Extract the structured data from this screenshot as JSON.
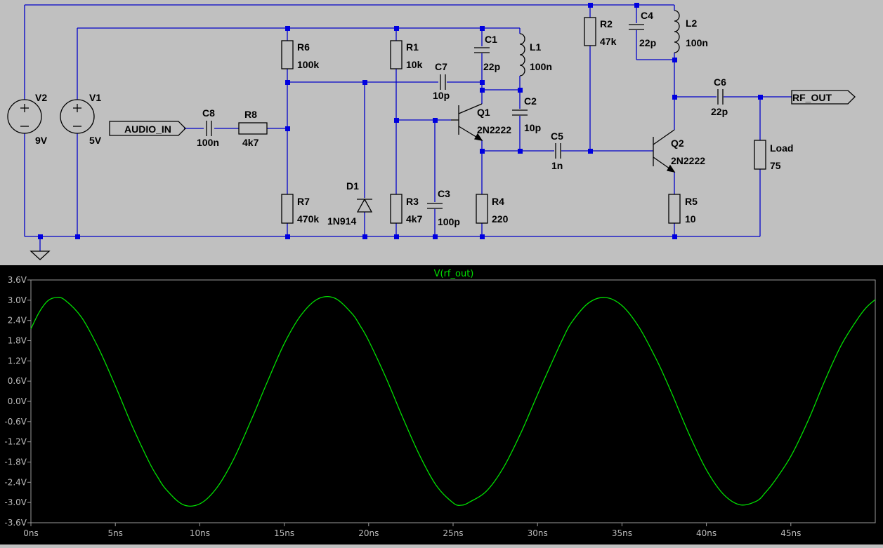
{
  "schematic": {
    "components": {
      "V2": {
        "ref": "V2",
        "value": "9V"
      },
      "V1": {
        "ref": "V1",
        "value": "5V"
      },
      "C8": {
        "ref": "C8",
        "value": "100n"
      },
      "R8": {
        "ref": "R8",
        "value": "4k7"
      },
      "R6": {
        "ref": "R6",
        "value": "100k"
      },
      "R7": {
        "ref": "R7",
        "value": "470k"
      },
      "D1": {
        "ref": "D1",
        "value": "1N914"
      },
      "R1": {
        "ref": "R1",
        "value": "10k"
      },
      "R3": {
        "ref": "R3",
        "value": "4k7"
      },
      "C3": {
        "ref": "C3",
        "value": "100p"
      },
      "C7": {
        "ref": "C7",
        "value": "10p"
      },
      "C1": {
        "ref": "C1",
        "value": "22p"
      },
      "L1": {
        "ref": "L1",
        "value": "100n"
      },
      "C2": {
        "ref": "C2",
        "value": "10p"
      },
      "Q1": {
        "ref": "Q1",
        "value": "2N2222"
      },
      "R4": {
        "ref": "R4",
        "value": "220"
      },
      "C5": {
        "ref": "C5",
        "value": "1n"
      },
      "R2": {
        "ref": "R2",
        "value": "47k"
      },
      "C4": {
        "ref": "C4",
        "value": "22p"
      },
      "L2": {
        "ref": "L2",
        "value": "100n"
      },
      "Q2": {
        "ref": "Q2",
        "value": "2N2222"
      },
      "R5": {
        "ref": "R5",
        "value": "10"
      },
      "C6": {
        "ref": "C6",
        "value": "22p"
      },
      "Load": {
        "ref": "Load",
        "value": "75"
      }
    },
    "ports": {
      "audio_in": "AUDIO_IN",
      "rf_out": "RF_OUT"
    }
  },
  "chart_data": {
    "type": "line",
    "title": "V(rf_out)",
    "xlabel": "",
    "ylabel": "",
    "x_unit": "ns",
    "y_unit": "V",
    "xlim": [
      0,
      50
    ],
    "ylim": [
      -3.6,
      3.6
    ],
    "x_ticks": [
      "0ns",
      "5ns",
      "10ns",
      "15ns",
      "20ns",
      "25ns",
      "30ns",
      "35ns",
      "40ns",
      "45ns"
    ],
    "y_ticks": [
      "3.6V",
      "3.0V",
      "2.4V",
      "1.8V",
      "1.2V",
      "0.6V",
      "0.0V",
      "-0.6V",
      "-1.2V",
      "-1.8V",
      "-2.4V",
      "-3.0V",
      "-3.6V"
    ],
    "series": [
      {
        "name": "V(rf_out)",
        "color": "#00e000",
        "x": [
          0,
          0.5,
          1,
          1.5,
          2,
          3,
          4,
          5,
          6,
          7,
          7.5,
          8,
          9,
          10,
          11,
          12,
          13,
          13.5,
          14,
          15,
          16,
          17,
          18,
          19,
          19.5,
          20,
          21,
          22,
          23,
          24,
          25,
          25.5,
          26,
          27,
          28,
          29,
          30,
          31,
          31.5,
          32,
          33,
          34,
          35,
          36,
          37,
          37.5,
          38,
          39,
          40,
          41,
          42,
          43,
          43.5,
          44,
          45,
          46,
          47,
          48,
          49,
          49.5,
          50
        ],
        "y": [
          2.15,
          2.65,
          2.98,
          3.08,
          3.01,
          2.49,
          1.58,
          0.46,
          -0.73,
          -1.8,
          -2.24,
          -2.61,
          -3.06,
          -3.04,
          -2.57,
          -1.72,
          -0.61,
          -0.02,
          0.58,
          1.71,
          2.56,
          3.04,
          3.06,
          2.61,
          2.24,
          1.8,
          0.73,
          -0.46,
          -1.58,
          -2.49,
          -3.01,
          -3.08,
          -2.98,
          -2.65,
          -1.95,
          -0.95,
          0.2,
          1.32,
          1.86,
          2.33,
          2.91,
          3.08,
          2.84,
          2.21,
          1.28,
          0.75,
          0.18,
          -1.0,
          -2.03,
          -2.75,
          -3.07,
          -2.95,
          -2.7,
          -2.39,
          -1.63,
          -0.6,
          0.6,
          1.68,
          2.48,
          2.8,
          3.02
        ]
      }
    ],
    "grid": false,
    "legend": "none"
  }
}
